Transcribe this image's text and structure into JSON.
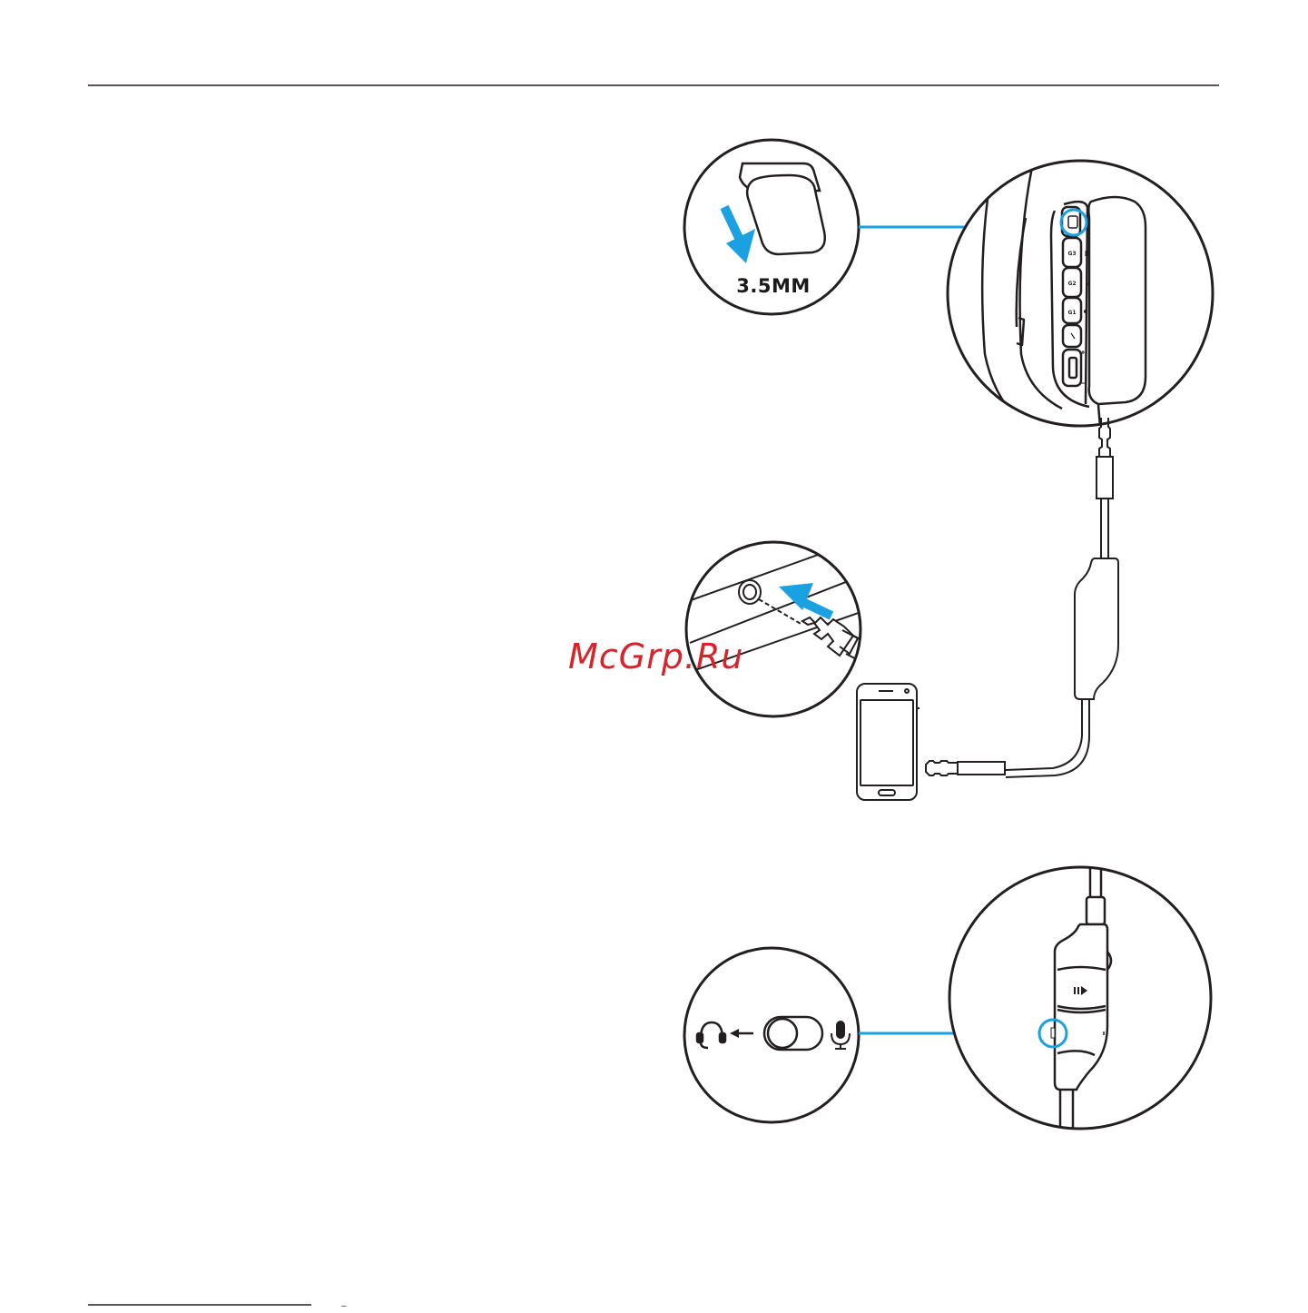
{
  "colors": {
    "accent": "#1ba1e2",
    "line": "#231f20",
    "watermark": "#d8232a"
  },
  "headphone_detail": {
    "plug_label": "3.5MM",
    "buttons": [
      "G3",
      "G2",
      "G1"
    ]
  },
  "watermark": {
    "text": "McGrp.Ru"
  },
  "footer": {
    "mark": "–"
  },
  "icons": [
    "down-arrow-icon",
    "insert-arrow-icon",
    "headset-icon",
    "left-arrow-icon",
    "switch-icon",
    "microphone-icon",
    "play-pause-icon"
  ]
}
